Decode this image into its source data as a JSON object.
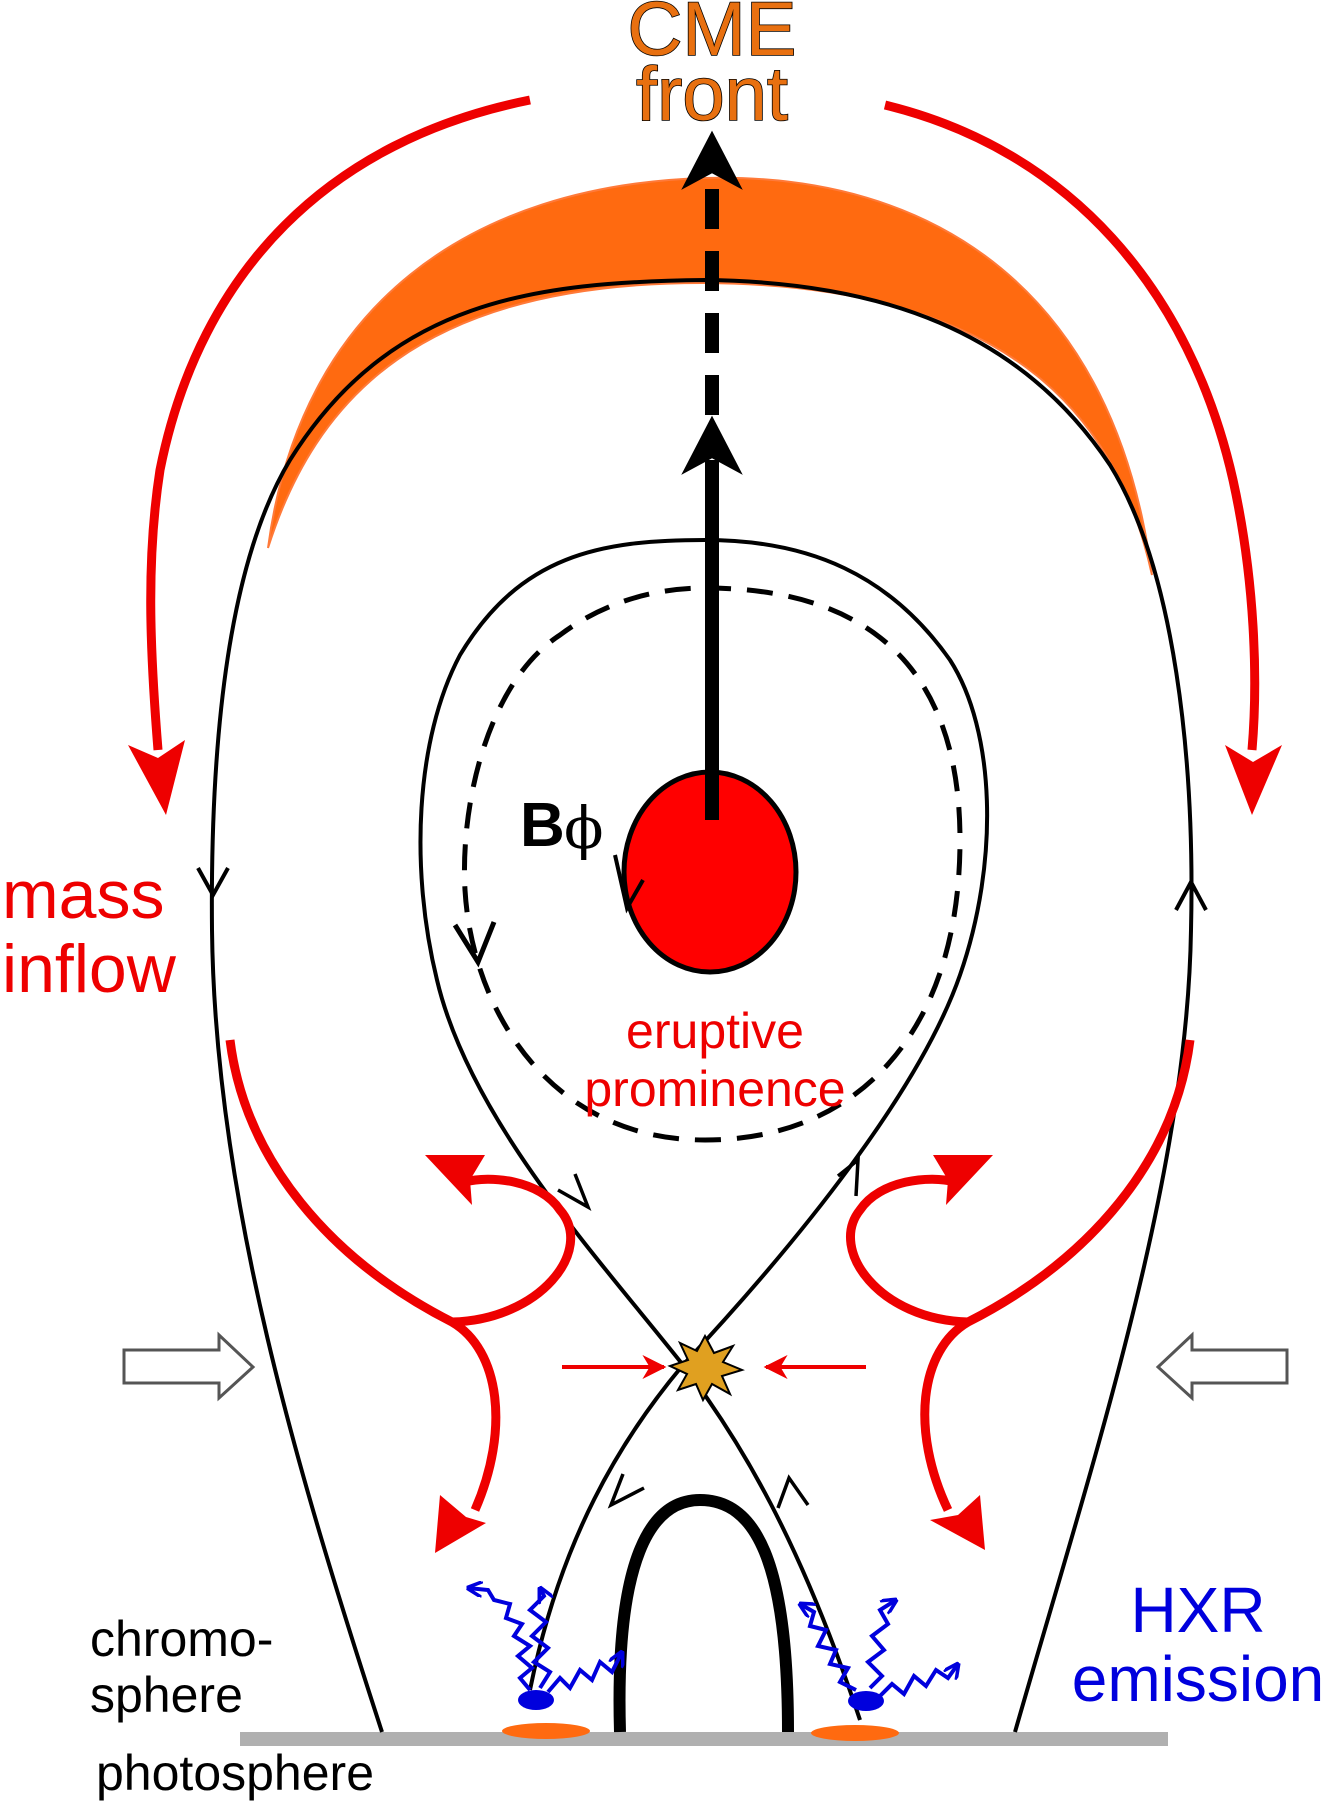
{
  "labels": {
    "cme_line1": "CME",
    "cme_line2": "front",
    "mass_line1": "mass",
    "mass_line2": "inflow",
    "b_symbol": "B",
    "phi_symbol": "ϕ",
    "prominence_line1": "eruptive",
    "prominence_line2": "prominence",
    "hxr_line1": "HXR",
    "hxr_line2": "emission",
    "chromo_line1": "chromo-",
    "chromo_line2": "sphere",
    "photosphere": "photosphere"
  },
  "colors": {
    "cme_front": "#ff6a10",
    "flow_arrows": "#ee0000",
    "prominence": "#ff0000",
    "hxr": "#0000dd",
    "reconnection_point": "#e0a020",
    "footpoints": "#ff6a10",
    "photosphere": "#b0b0b0"
  }
}
